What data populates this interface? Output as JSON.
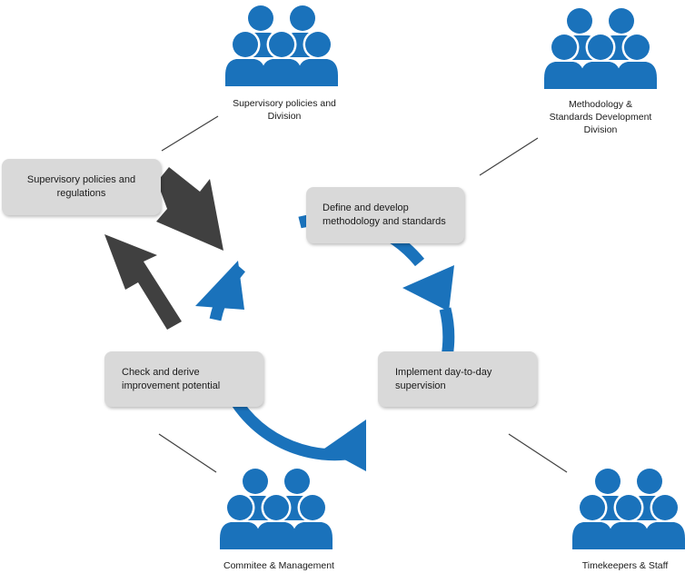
{
  "colors": {
    "flow": "#1a72bb",
    "people": "#1a72bb",
    "dark_arrow": "#404040",
    "box": "#d9d9d9",
    "connector": "#404040"
  },
  "icons": [
    "people-group-icon"
  ],
  "boxes": {
    "supervisory_regulations": "Supervisory policies and\nregulations",
    "define_develop": "Define and develop\nmethodology and standards",
    "implement": "Implement day-to-day\nsupervision",
    "check_derive": "Check and derive\nimprovement potential"
  },
  "groups": {
    "supervisory_division": "Supervisory policies and\nDivision",
    "methodology_division": "Methodology &\nStandards Development\nDivision",
    "committee": "Commitee & Management",
    "timekeepers": "Timekeepers & Staff"
  }
}
